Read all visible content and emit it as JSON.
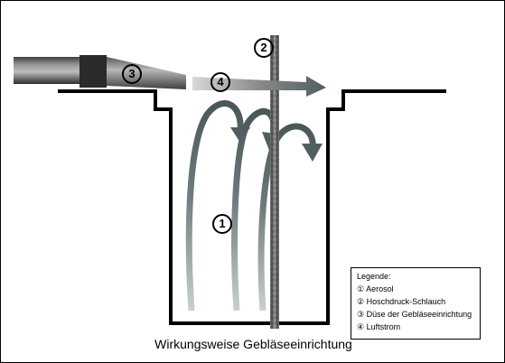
{
  "markers": {
    "m1": "1",
    "m2": "2",
    "m3": "3",
    "m4": "4"
  },
  "legend": {
    "title": "Legende:",
    "items": [
      "① Aerosol",
      "② Hoschdruck-Schlauch",
      "③ Düse der Gebläseeinrichtung",
      "④ Luftstrom"
    ]
  },
  "caption": "Wirkungsweise Gebläseeinrichtung",
  "colors": {
    "aerosol_arrow": "#4f5e60",
    "airflow_arrow": "#4f5e60",
    "hose": "#8f8f8f",
    "pipe": "#9a9a9a",
    "outline": "#000000"
  }
}
